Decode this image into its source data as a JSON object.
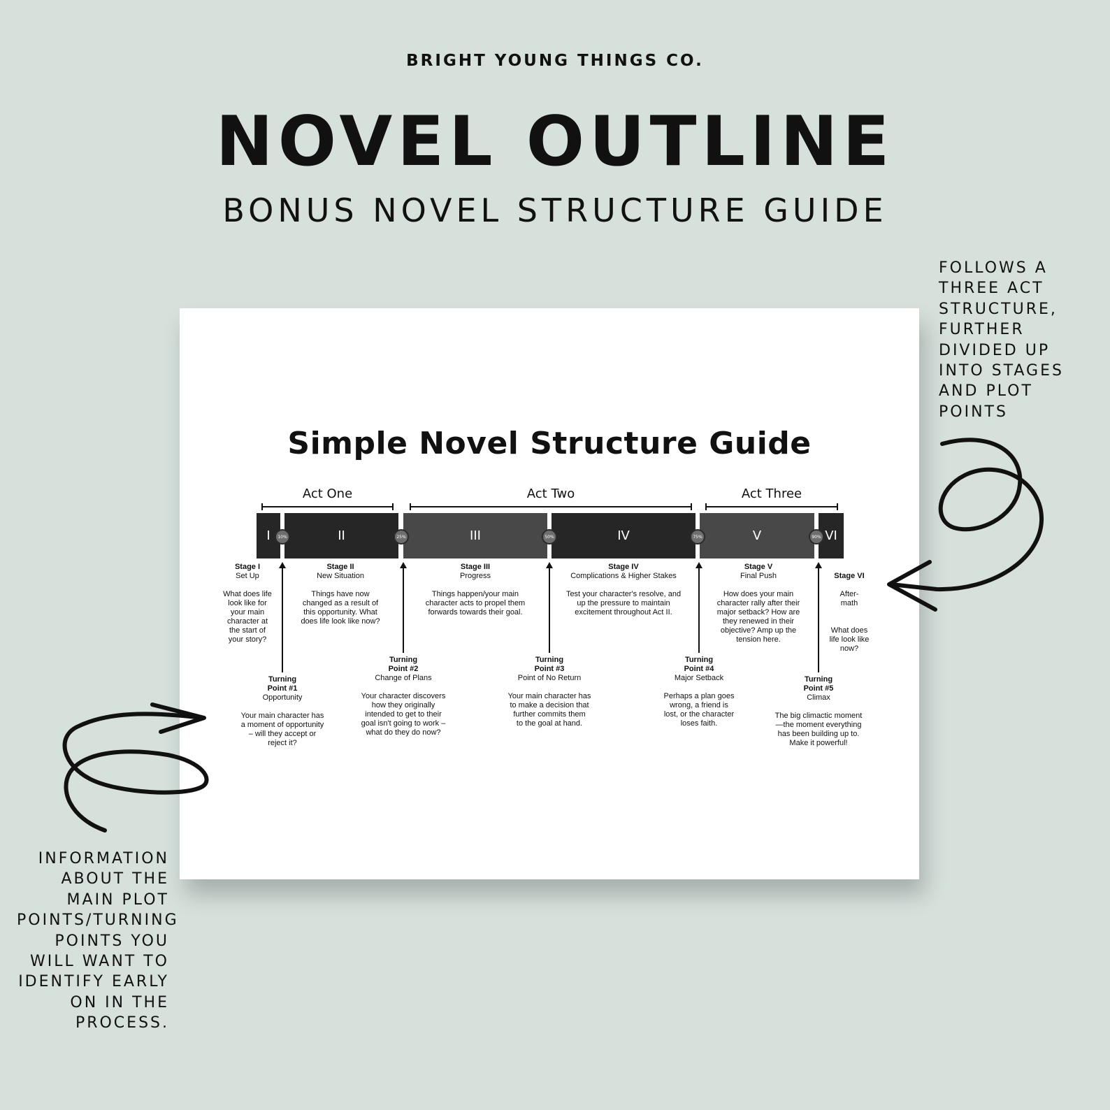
{
  "brand": "BRIGHT YOUNG THINGS CO.",
  "title": "NOVEL OUTLINE",
  "subtitle": "BONUS NOVEL STRUCTURE GUIDE",
  "notes": {
    "right": [
      "FOLLOWS A",
      "THREE ACT",
      "STRUCTURE,",
      "FURTHER",
      "DIVIDED UP",
      "INTO STAGES",
      "AND PLOT",
      "POINTS"
    ],
    "left": [
      "INFORMATION",
      "ABOUT THE",
      "MAIN PLOT",
      "POINTS/TURNING",
      "POINTS YOU",
      "WILL WANT TO",
      "IDENTIFY EARLY",
      "ON IN THE",
      "PROCESS."
    ]
  },
  "guide": {
    "title": "Simple Novel Structure Guide",
    "acts": [
      "Act One",
      "Act Two",
      "Act Three"
    ],
    "segments": [
      "I",
      "II",
      "III",
      "IV",
      "V",
      "VI"
    ],
    "percent_markers": [
      "10%",
      "25%",
      "50%",
      "75%",
      "90%"
    ],
    "stages": [
      {
        "heading": "Stage I",
        "sub": "Set Up",
        "desc": [
          "What does life",
          "look like for",
          "your main",
          "character at",
          "the start of",
          "your story?"
        ]
      },
      {
        "heading": "Stage II",
        "sub": "New Situation",
        "desc": [
          "Things have now",
          "changed as a result of",
          "this opportunity. What",
          "does life look like now?"
        ]
      },
      {
        "heading": "Stage III",
        "sub": "Progress",
        "desc": [
          "Things happen/your main",
          "character acts to propel them",
          "forwards towards their goal."
        ]
      },
      {
        "heading": "Stage IV",
        "sub": "Complications & Higher Stakes",
        "desc": [
          "Test your character's resolve, and",
          "up the pressure to maintain",
          "excitement throughout Act II."
        ]
      },
      {
        "heading": "Stage V",
        "sub": "Final Push",
        "desc": [
          "How does your main",
          "character rally after their",
          "major setback? How are",
          "they renewed in their",
          "objective? Amp up the",
          "tension here."
        ]
      },
      {
        "heading": "Stage VI",
        "sub": "After-\nmath",
        "desc": [
          "What does",
          "life look like",
          "now?"
        ]
      }
    ],
    "turning_points": [
      {
        "heading": "Turning\nPoint #1",
        "sub": "Opportunity",
        "desc": [
          "Your main character has",
          "a moment of opportunity",
          "– will they accept or",
          "reject it?"
        ]
      },
      {
        "heading": "Turning\nPoint #2",
        "sub": "Change of Plans",
        "desc": [
          "Your character discovers",
          "how they originally",
          "intended to get to their",
          "goal isn't going to work –",
          "what do they do now?"
        ]
      },
      {
        "heading": "Turning\nPoint #3",
        "sub": "Point of No Return",
        "desc": [
          "Your main character has",
          "to make a decision that",
          "further commits them",
          "to the goal at hand."
        ]
      },
      {
        "heading": "Turning\nPoint #4",
        "sub": "Major Setback",
        "desc": [
          "Perhaps a plan goes",
          "wrong, a friend is",
          "lost, or the character",
          "loses faith."
        ]
      },
      {
        "heading": "Turning\nPoint #5",
        "sub": "Climax",
        "desc": [
          "The big climactic moment",
          "—the moment everything",
          "has been building up to.",
          "Make it powerful!"
        ]
      }
    ]
  }
}
